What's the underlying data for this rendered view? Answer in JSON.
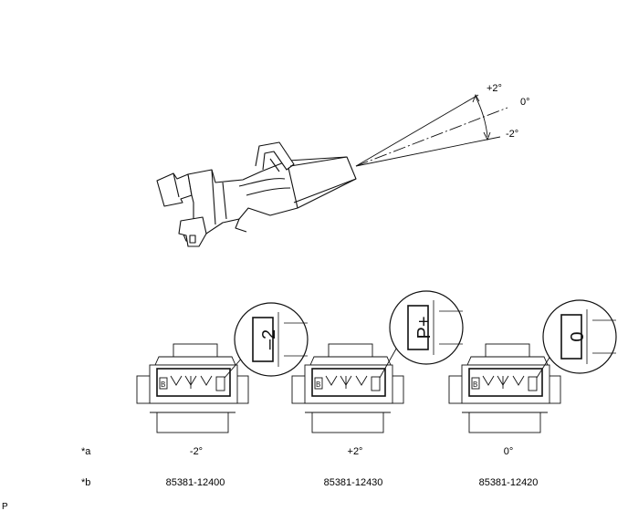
{
  "angles": {
    "plus": "+2°",
    "zero": "0°",
    "minus": "-2°"
  },
  "row_labels": {
    "a": "*a",
    "b": "*b"
  },
  "figure_tag": "P",
  "connectors": [
    {
      "tag": "-2",
      "mark": "–2",
      "angle": "-2°",
      "part": "85381-12400"
    },
    {
      "tag": "P+",
      "mark": "P+",
      "angle": "+2°",
      "part": "85381-12430"
    },
    {
      "tag": "0",
      "mark": "0",
      "angle": "0°",
      "part": "85381-12420"
    }
  ],
  "plate_letter": "B"
}
